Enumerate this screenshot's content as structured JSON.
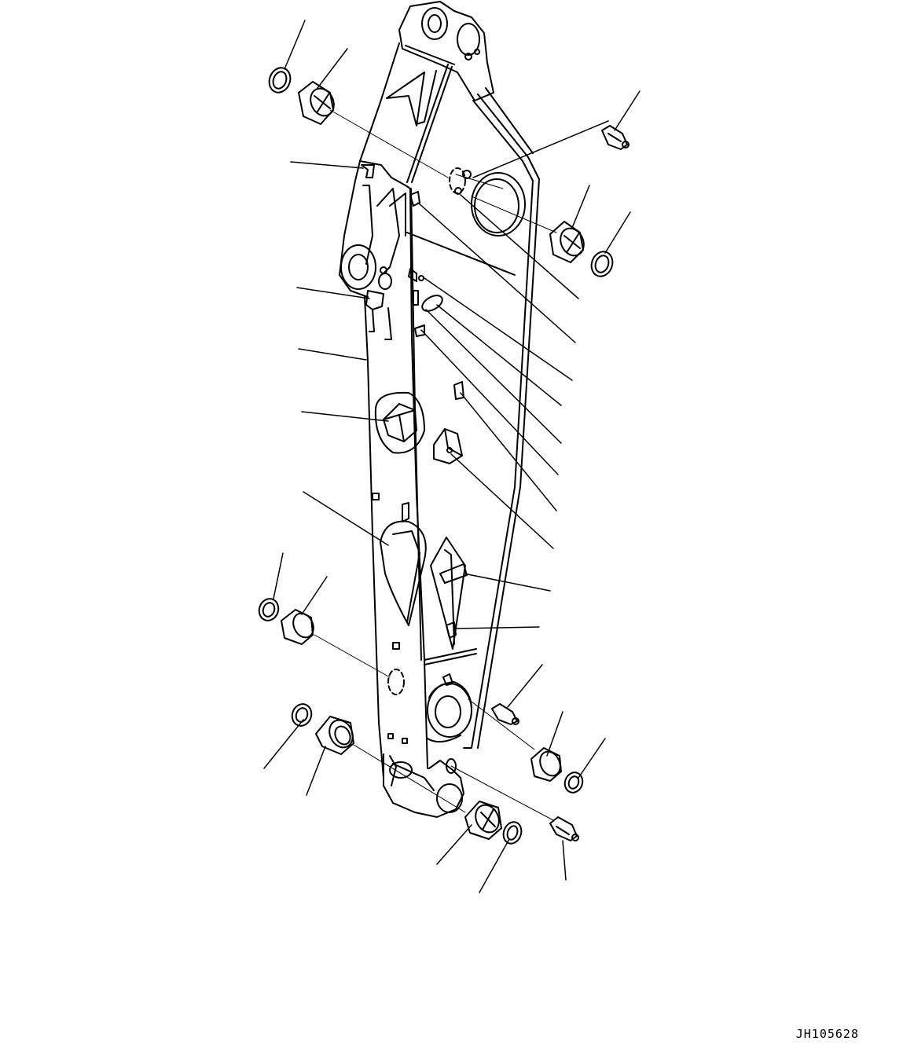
{
  "drawing": {
    "id": "JH105628"
  },
  "parts": [
    {
      "icon": "seal-ring-icon",
      "location": "upper-left"
    },
    {
      "icon": "bushing-icon",
      "location": "upper-left"
    },
    {
      "icon": "grease-fitting-icon",
      "location": "upper-right"
    },
    {
      "icon": "bushing-icon",
      "location": "upper-right"
    },
    {
      "icon": "seal-ring-icon",
      "location": "upper-right"
    },
    {
      "icon": "seal-ring-icon",
      "location": "lower-left"
    },
    {
      "icon": "bushing-icon",
      "location": "lower-left"
    },
    {
      "icon": "grease-fitting-icon",
      "location": "lower-right"
    },
    {
      "icon": "bushing-icon",
      "location": "lower-right"
    },
    {
      "icon": "seal-ring-icon",
      "location": "lower-right"
    }
  ]
}
